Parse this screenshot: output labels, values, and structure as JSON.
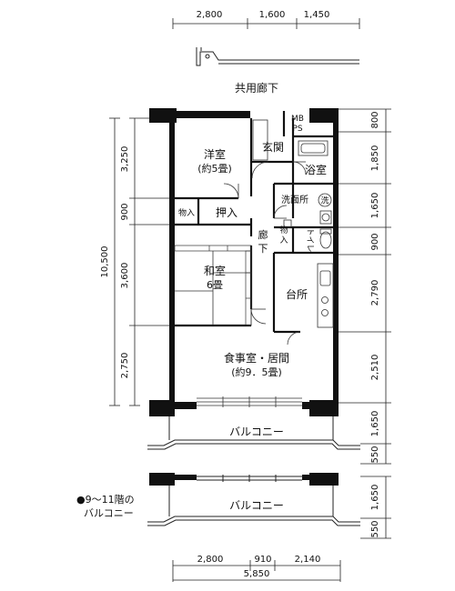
{
  "corridor_label": "共用廊下",
  "rooms": {
    "yoshitsu": {
      "name": "洋室",
      "size": "(約5畳)"
    },
    "genkan": "玄関",
    "mbps_top": "MB",
    "mbps_bottom": "PS",
    "yokushitsu": "浴室",
    "senmenjo": "洗面所",
    "washer": "洗",
    "monoire_left": "物入",
    "oshiire": "押入",
    "monoire_right_1": "物",
    "monoire_right_2": "入",
    "toilet": "トイレ",
    "roka_1": "廊",
    "roka_2": "下",
    "washitsu": {
      "name": "和室",
      "size": "6畳"
    },
    "daidokoro": "台所",
    "ldk": {
      "name": "食事室・居間",
      "size": "(約9．5畳)"
    }
  },
  "balcony_label": "バルコニー",
  "balcony_alt_label": "バルコニー",
  "note_floors_1": "●9～11階の",
  "note_floors_2": "バルコニー",
  "dims": {
    "top": [
      "2,800",
      "1,600",
      "1,450"
    ],
    "bottom_parts": [
      "2,800",
      "910",
      "2,140"
    ],
    "bottom_total": "5,850",
    "left_total": "10,500",
    "left": [
      "3,250",
      "900",
      "3,600",
      "2,750"
    ],
    "right": [
      "800",
      "1,850",
      "1,650",
      "900",
      "2,790",
      "2,510",
      "1,650",
      "550",
      "1,650",
      "550"
    ]
  }
}
